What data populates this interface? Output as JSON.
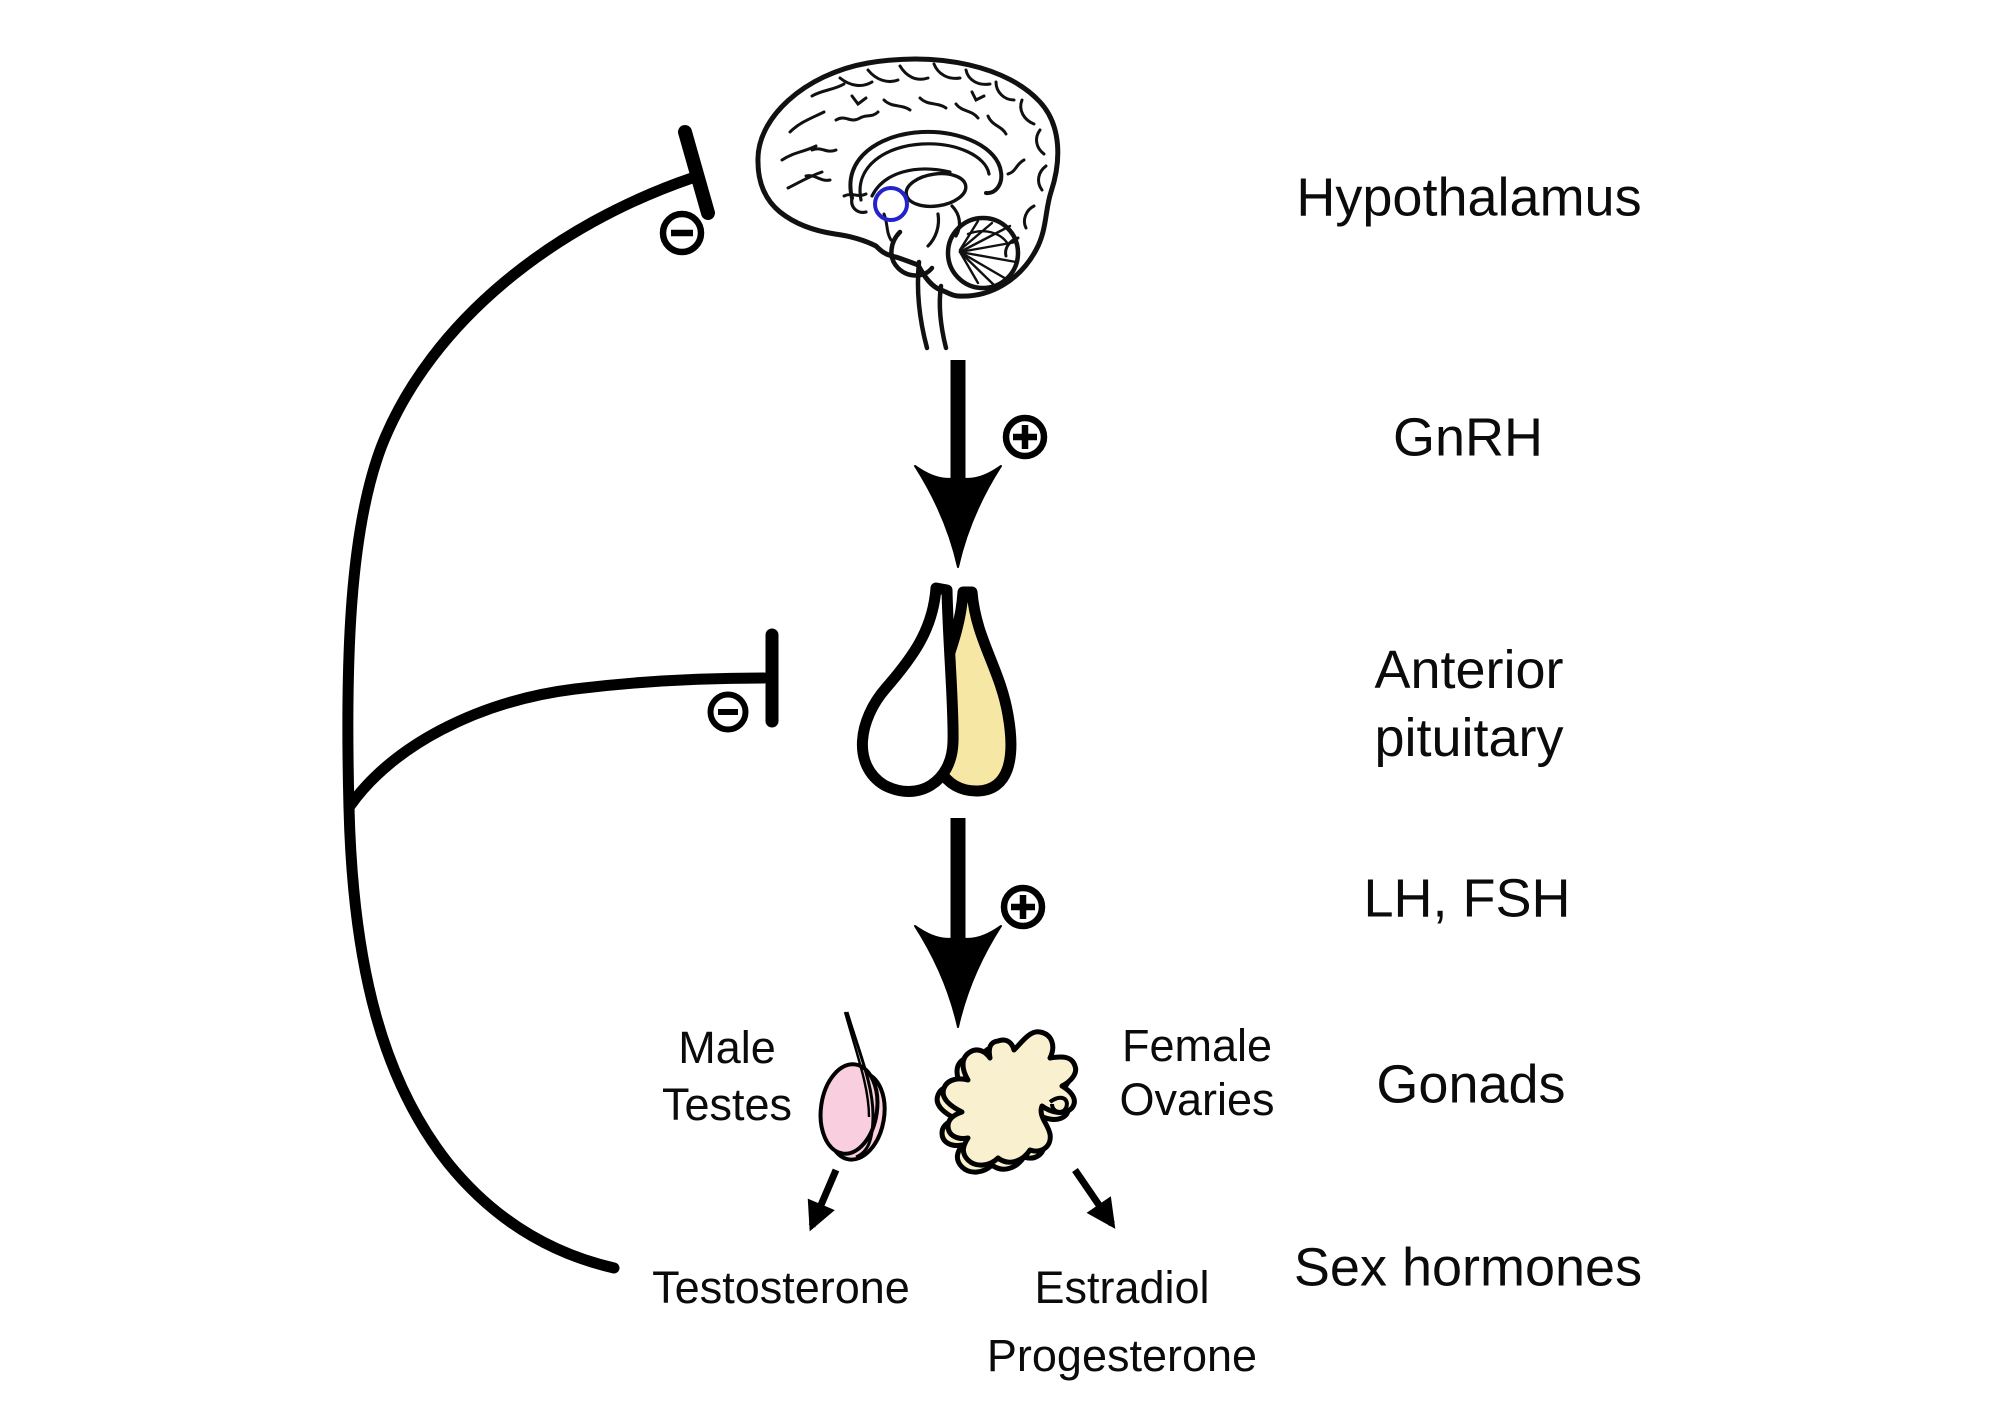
{
  "figure": {
    "type": "biology-diagram",
    "subject": "HPG axis feedback loop",
    "background": "#ffffff",
    "line_color": "#000000"
  },
  "labels": {
    "hypothalamus": "Hypothalamus",
    "gnrh": "GnRH",
    "anterior_pituitary": "Anterior\npituitary",
    "lh_fsh": "LH, FSH",
    "gonads": "Gonads",
    "sex_hormones": "Sex hormones",
    "male_testes": "Male\nTestes",
    "female_ovaries": "Female\nOvaries",
    "testosterone": "Testosterone",
    "estradiol_progesterone": "Estradiol\nProgesterone"
  },
  "icons": {
    "stimulation": "plus-circle-icon",
    "inhibition": "minus-circle-icon",
    "inhibition_terminal": "t-bar-icon",
    "flow": "down-arrow-icon"
  },
  "colors": {
    "pituitary_fill": "#f7e7a4",
    "testis_fill": "#f9cede",
    "ovary_fill": "#f8f0cf",
    "hypothalamus_marker": "#2323cc",
    "line": "#000000"
  }
}
